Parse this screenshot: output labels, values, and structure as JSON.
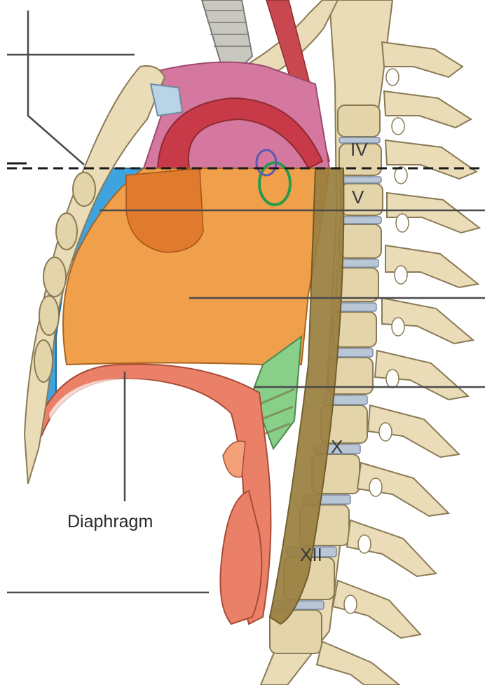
{
  "labels": {
    "diaphragm": "Diaphragm",
    "vertebra_iv": "IV",
    "vertebra_v": "V",
    "vertebra_x": "X",
    "vertebra_xii": "XII"
  },
  "colors": {
    "superior_mediastinum": "#d4789f",
    "anterior_mediastinum": "#3fa3df",
    "middle_mediastinum": "#f0a04b",
    "posterior_mediastinum": "#88d089",
    "aortic_arch": "#c93a48",
    "esophagus": "#9a7f3f",
    "bone": "#e9dcb7",
    "diaphragm": "#ea8068"
  }
}
